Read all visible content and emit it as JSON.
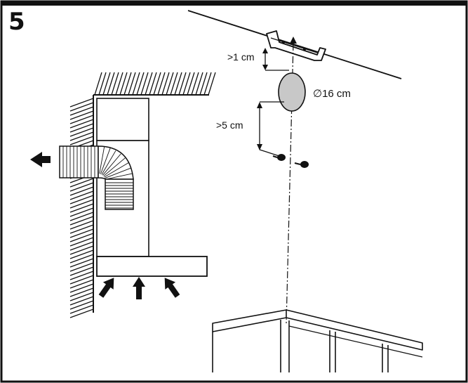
{
  "step_number": "5",
  "labels": {
    "clearance_top": ">1 cm",
    "clearance_side": ">5 cm",
    "duct_diameter": "∅16 cm"
  },
  "colors": {
    "line": "#111111",
    "duct_fill": "#c8c8c8",
    "background": "#ffffff"
  }
}
